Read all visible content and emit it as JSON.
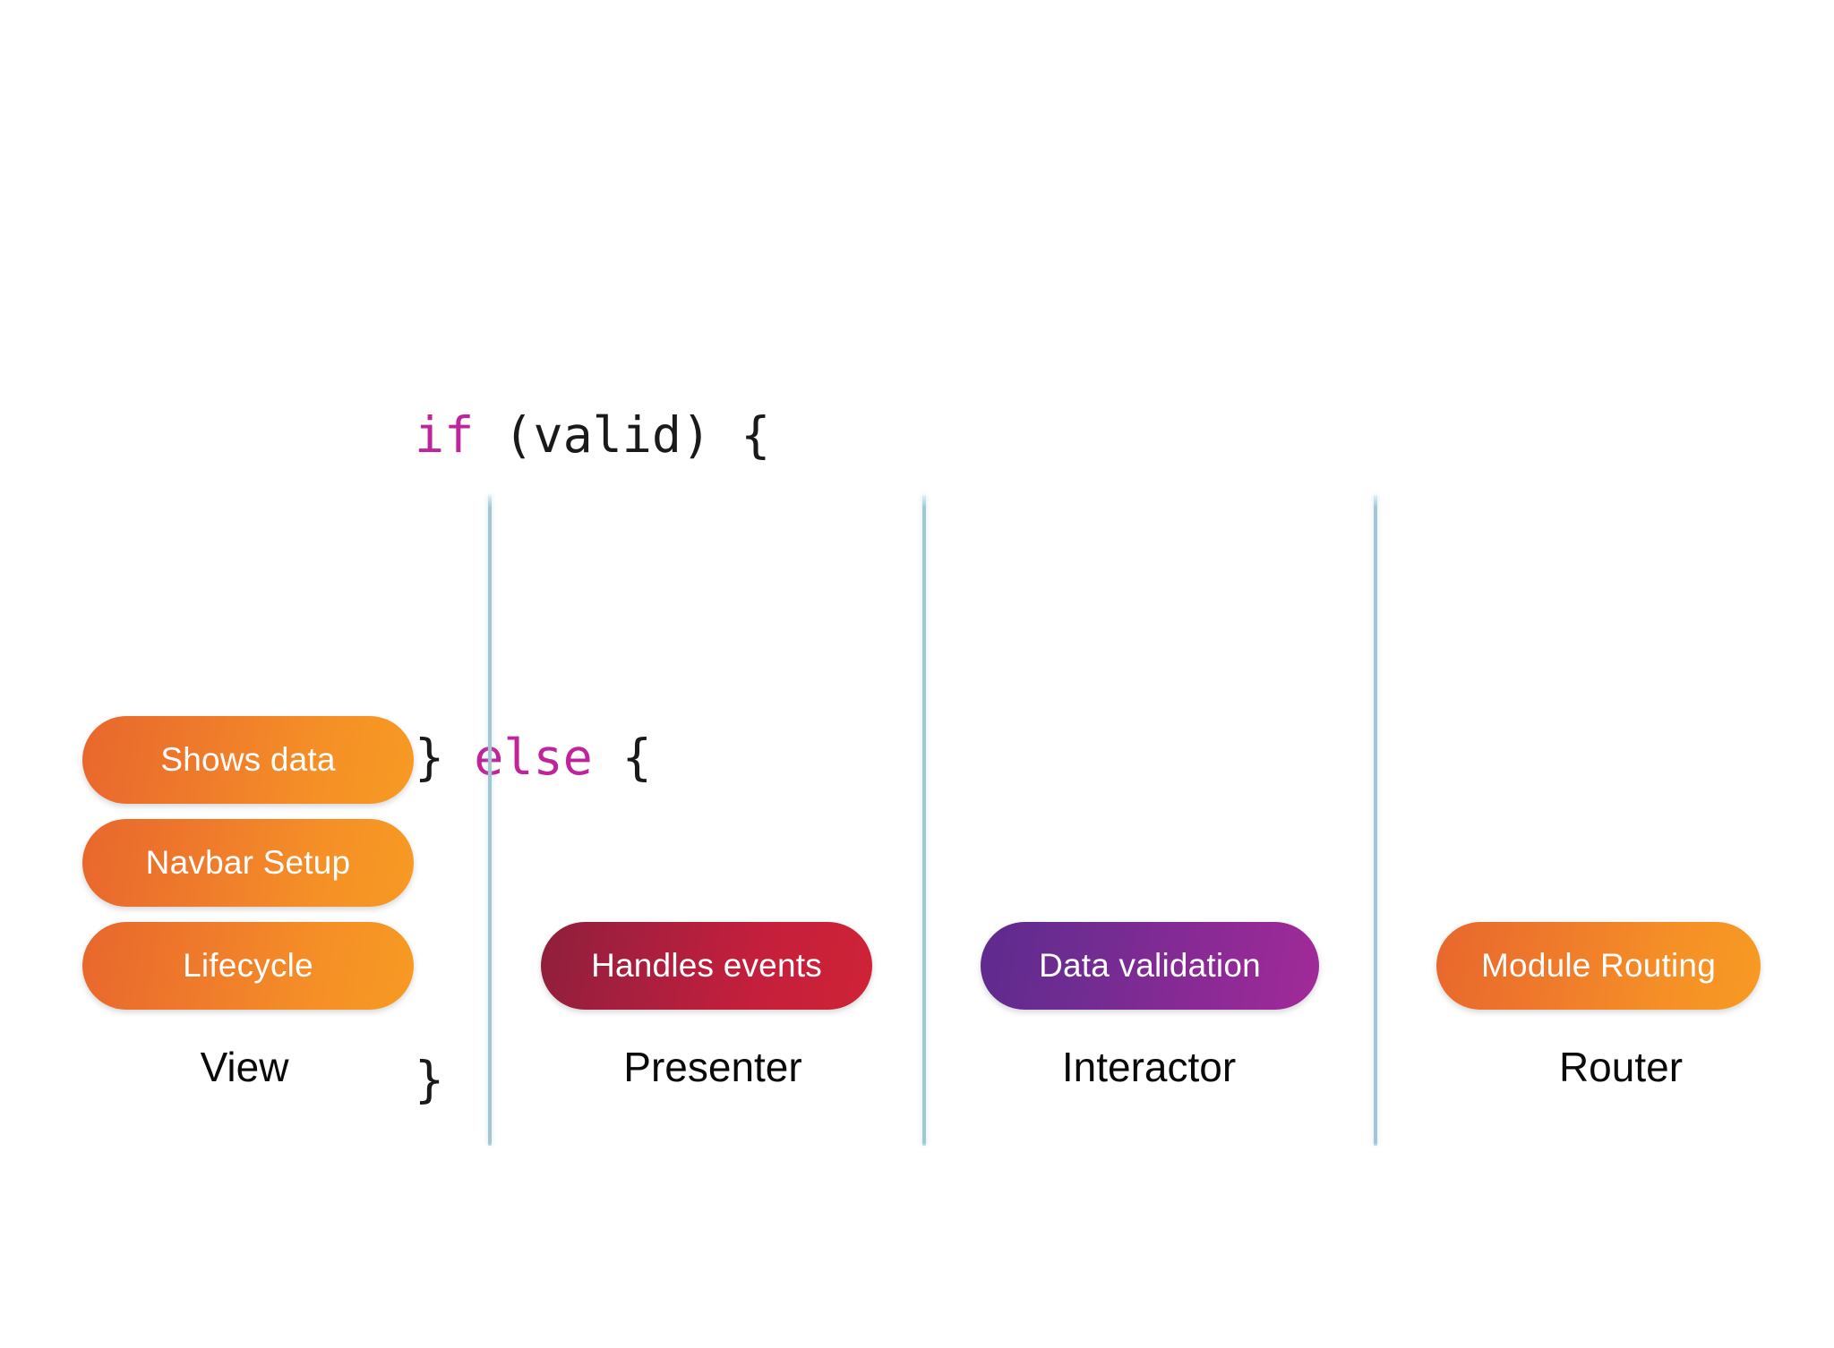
{
  "slide": {
    "background_color": "#ffffff",
    "accent_divider_color": "#9fc8d4"
  },
  "code_snippet": {
    "language": "swift",
    "keyword_color": "#c0249b",
    "text_color": "#1a1a1a",
    "lines": [
      {
        "keyword": "if",
        "rest": " (valid) {"
      },
      {
        "prefix": "} ",
        "keyword": "else",
        "rest": " {"
      },
      {
        "prefix": "}",
        "keyword": "",
        "rest": ""
      }
    ],
    "full_text": "if (valid) {\n} else {\n}"
  },
  "columns": [
    {
      "caption": "View",
      "pills": [
        {
          "label": "Shows data",
          "color": "#ef7b2b",
          "style": "orange"
        },
        {
          "label": "Navbar Setup",
          "color": "#ef7b2b",
          "style": "orange"
        },
        {
          "label": "Lifecycle",
          "color": "#ef7b2b",
          "style": "orange"
        }
      ]
    },
    {
      "caption": "Presenter",
      "pills": [
        {
          "label": "Handles events",
          "color": "#c41f3c",
          "style": "crimson"
        }
      ]
    },
    {
      "caption": "Interactor",
      "pills": [
        {
          "label": "Data validation",
          "color": "#8a2a95",
          "style": "purple"
        }
      ]
    },
    {
      "caption": "Router",
      "pills": [
        {
          "label": "Module Routing",
          "color": "#ef7b2b",
          "style": "orange"
        }
      ]
    }
  ]
}
